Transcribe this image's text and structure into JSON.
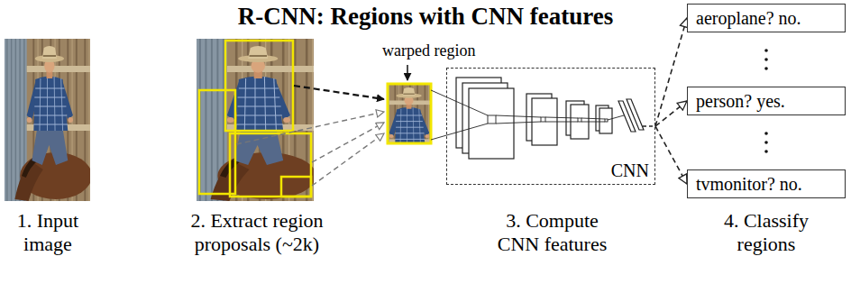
{
  "diagram": {
    "title": "R-CNN: Regions with CNN features",
    "nodes": [
      {
        "text": [
          "CNN"
        ]
      },
      {
        "text": [
          "aeroplane? no."
        ]
      },
      {
        "text": [
          "person? yes."
        ]
      },
      {
        "text": [
          "tvmonitor? no."
        ]
      }
    ],
    "edges": [
      {
        "from": 0,
        "to": 1,
        "arrow": "to"
      },
      {
        "from": 0,
        "to": 2,
        "arrow": "to"
      },
      {
        "from": 0,
        "to": 3,
        "arrow": "to"
      }
    ],
    "labels": [
      "warped region",
      "1. Input image",
      "2. Extract region proposals (~2k)",
      "3. Compute CNN features",
      "4. Classify regions"
    ]
  }
}
